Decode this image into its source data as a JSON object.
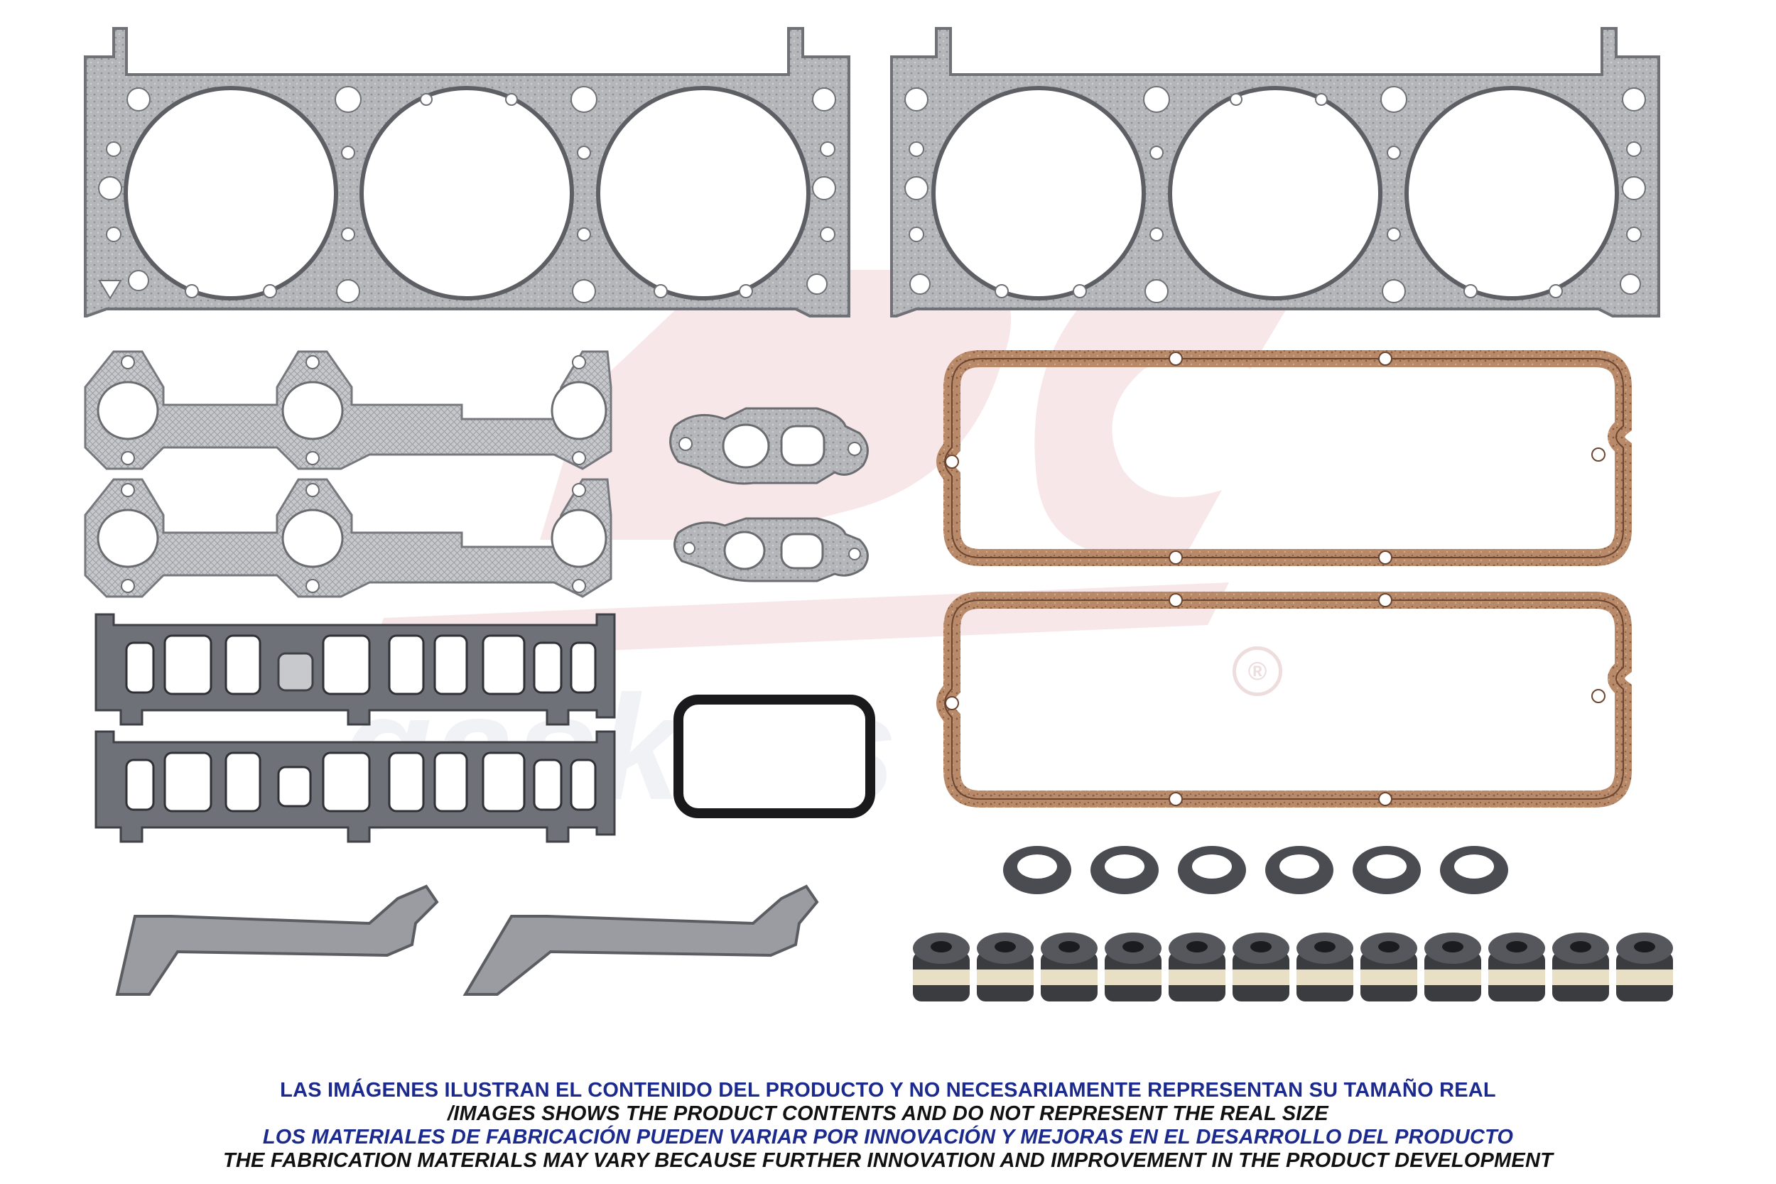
{
  "brand": {
    "logo_text": "DC",
    "logo_subtext": "gaskets",
    "registered_mark": "®",
    "colors": {
      "logo_red": "#f2d4d6",
      "logo_gray": "#e6e8ef",
      "label_blue": "#1b2a8c",
      "label_black": "#111111"
    }
  },
  "product_parts": [
    {
      "name": "cylinder-head-gasket",
      "count": 2,
      "material": "graphite-steel"
    },
    {
      "name": "exhaust-manifold-gasket",
      "count": 2,
      "material": "perforated-steel"
    },
    {
      "name": "egr-valve-gasket",
      "count": 2,
      "material": "graphite"
    },
    {
      "name": "intake-manifold-gasket",
      "count": 2,
      "material": "rubber-coated-steel"
    },
    {
      "name": "thermostat-housing-gasket",
      "count": 1,
      "material": "rubber"
    },
    {
      "name": "valve-cover-gasket",
      "count": 2,
      "material": "cork-rubber"
    },
    {
      "name": "spark-plug-tube-seal",
      "count": 6,
      "material": "rubber"
    },
    {
      "name": "valve-stem-seal",
      "count": 12,
      "material": "rubber"
    },
    {
      "name": "intake-end-seal",
      "count": 2,
      "material": "rubber"
    }
  ],
  "disclaimer": {
    "line1": "LAS IMÁGENES ILUSTRAN EL CONTENIDO DEL PRODUCTO Y NO NECESARIAMENTE REPRESENTAN SU TAMAÑO REAL",
    "line2": "/IMAGES SHOWS THE PRODUCT CONTENTS AND DO NOT REPRESENT THE REAL SIZE",
    "line3": "LOS MATERIALES DE FABRICACIÓN PUEDEN VARIAR POR INNOVACIÓN Y MEJORAS EN EL DESARROLLO DEL PRODUCTO",
    "line4": "THE FABRICATION MATERIALS MAY VARY BECAUSE FURTHER INNOVATION AND IMPROVEMENT IN THE PRODUCT DEVELOPMENT"
  }
}
